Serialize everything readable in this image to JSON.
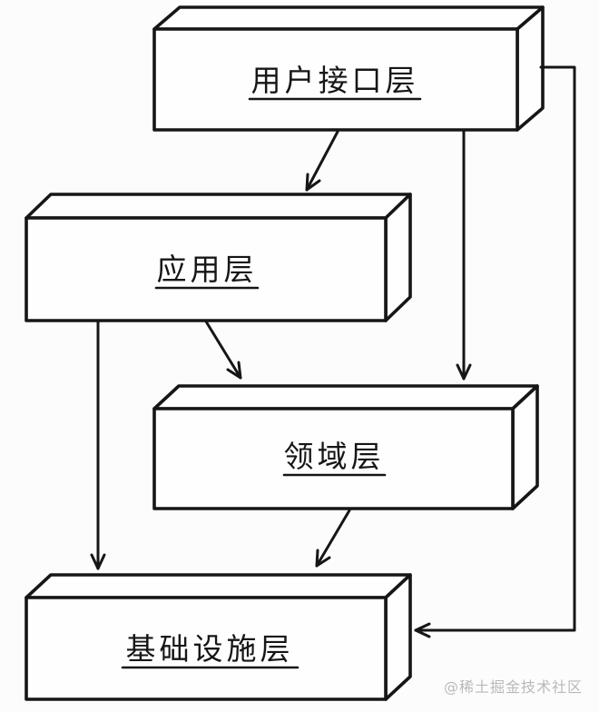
{
  "diagram": {
    "type": "layered-architecture",
    "boxes": [
      {
        "id": "user-interface-layer",
        "label": "用户接口层"
      },
      {
        "id": "application-layer",
        "label": "应用层"
      },
      {
        "id": "domain-layer",
        "label": "领域层"
      },
      {
        "id": "infrastructure-layer",
        "label": "基础设施层"
      }
    ],
    "edges": [
      {
        "from": "user-interface-layer",
        "to": "application-layer"
      },
      {
        "from": "user-interface-layer",
        "to": "domain-layer"
      },
      {
        "from": "application-layer",
        "to": "domain-layer"
      },
      {
        "from": "application-layer",
        "to": "infrastructure-layer"
      },
      {
        "from": "domain-layer",
        "to": "infrastructure-layer"
      },
      {
        "from": "user-interface-layer",
        "to": "infrastructure-layer"
      }
    ],
    "watermark": "@稀土掘金技术社区",
    "colors": {
      "line": "#161616",
      "box_fill": "#fefefe",
      "watermark": "#b9b9b9",
      "background": "#fcfcfc"
    }
  }
}
